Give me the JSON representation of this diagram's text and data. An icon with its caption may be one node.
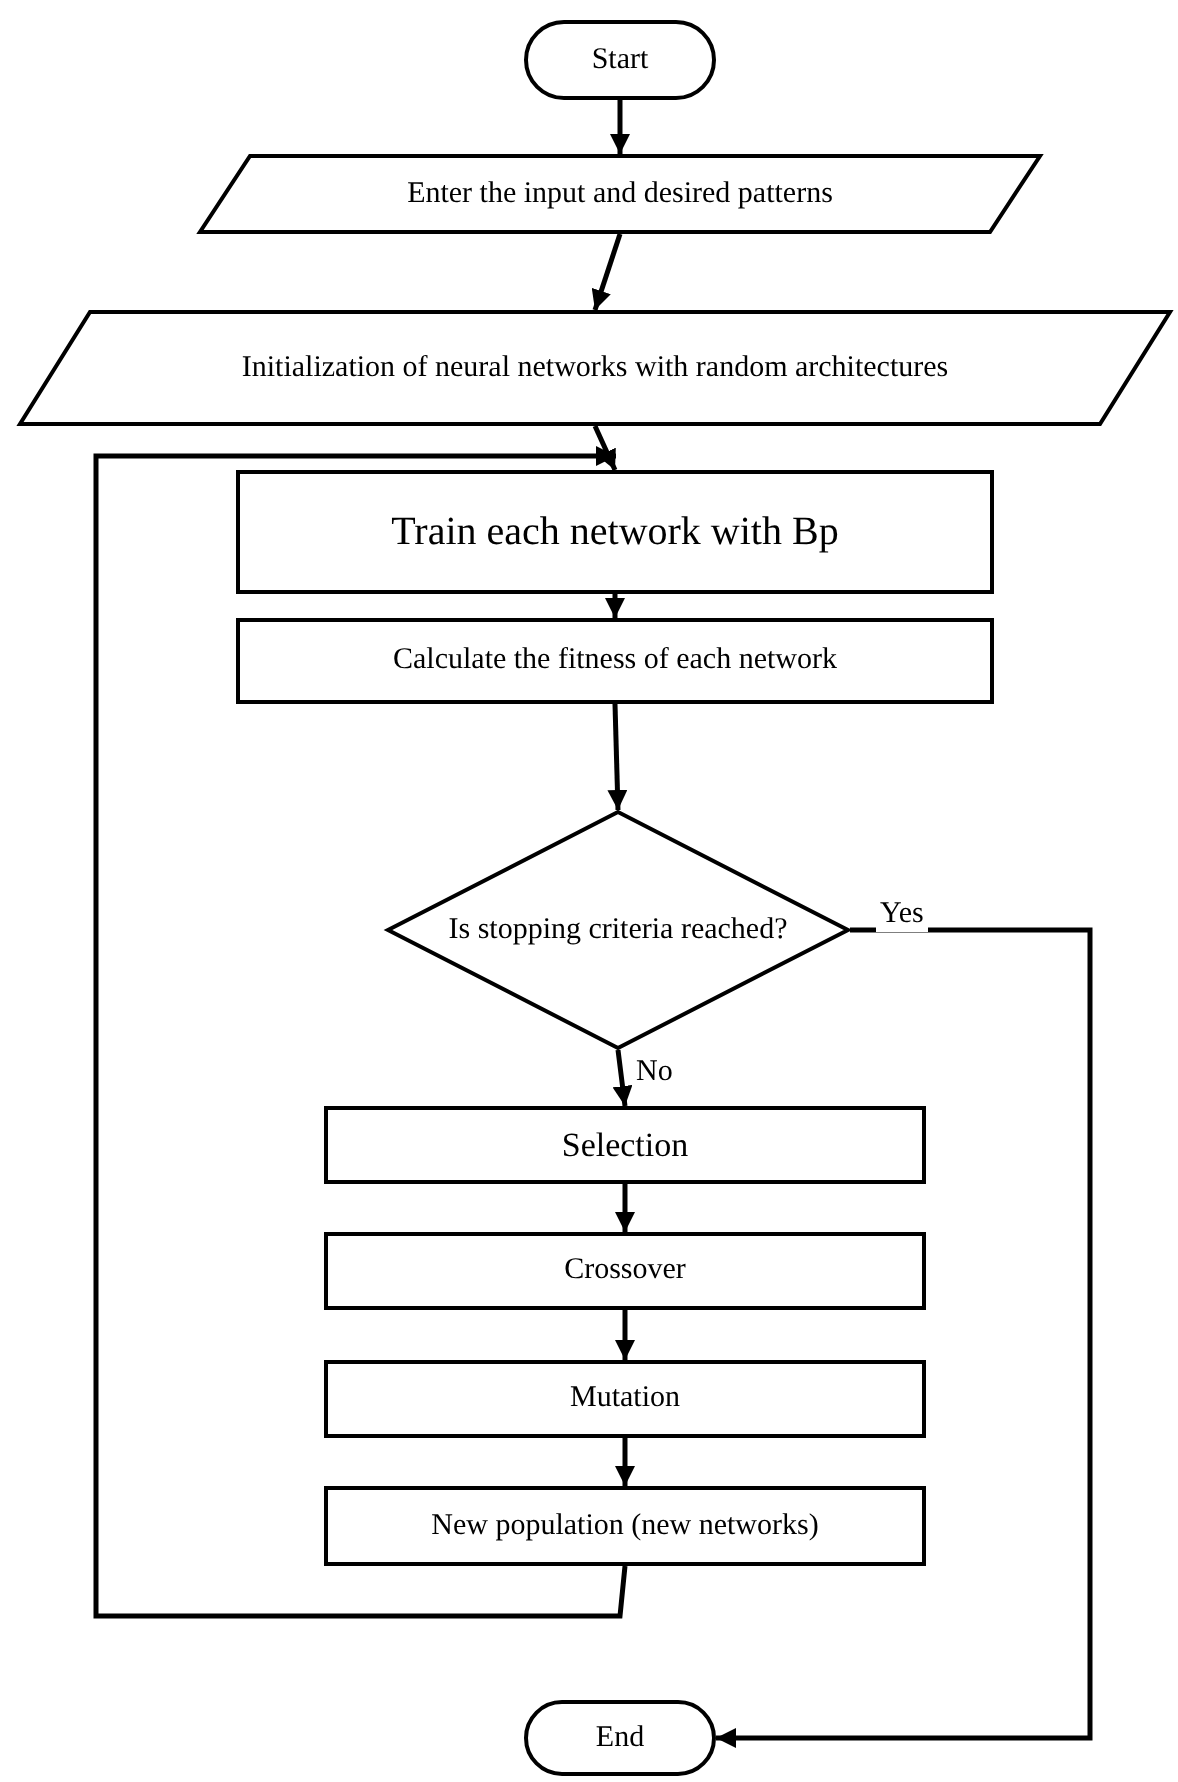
{
  "diagram": {
    "nodes": [
      {
        "text": [
          "Start"
        ]
      },
      {
        "text": [
          "Enter the input and desired patterns"
        ]
      },
      {
        "text": [
          "Initialization of neural networks with random architectures"
        ]
      },
      {
        "text": [
          "Train each network with Bp"
        ]
      },
      {
        "text": [
          "Calculate the fitness of each network"
        ]
      },
      {
        "text": [
          "Is stopping criteria reached?"
        ]
      },
      {
        "text": [
          "Selection"
        ]
      },
      {
        "text": [
          "Crossover"
        ]
      },
      {
        "text": [
          "Mutation"
        ]
      },
      {
        "text": [
          "New population (new networks)"
        ]
      },
      {
        "text": [
          "End"
        ]
      }
    ],
    "edges": [
      {
        "from": 0,
        "to": 1,
        "arrow": "to"
      },
      {
        "from": 1,
        "to": 2,
        "arrow": "to"
      },
      {
        "from": 2,
        "to": 3,
        "arrow": "to"
      },
      {
        "from": 3,
        "to": 4,
        "arrow": "to"
      },
      {
        "from": 4,
        "to": 5,
        "arrow": "to"
      },
      {
        "from": 5,
        "to": 6,
        "label": "No",
        "arrow": "to"
      },
      {
        "from": 6,
        "to": 7,
        "arrow": "to"
      },
      {
        "from": 7,
        "to": 8,
        "arrow": "to"
      },
      {
        "from": 8,
        "to": 9,
        "arrow": "to"
      },
      {
        "from": 9,
        "to": 3,
        "arrow": "to"
      },
      {
        "from": 5,
        "to": 10,
        "label": "Yes",
        "arrow": "to"
      }
    ]
  }
}
